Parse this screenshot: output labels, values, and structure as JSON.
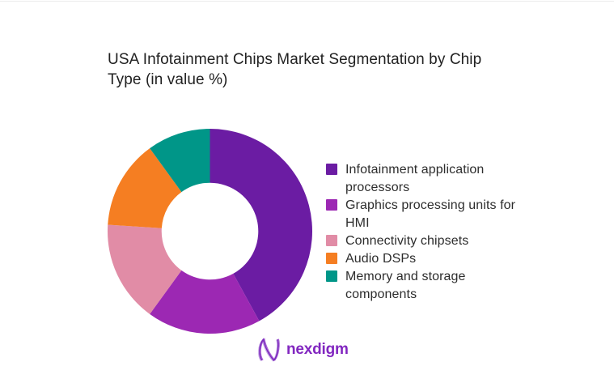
{
  "page": {
    "background": "#ffffff"
  },
  "title": {
    "text": "USA Infotainment Chips Market Segmentation by Chip Type (in value %)",
    "lines": [
      "USA Infotainment Chips Market Segmentation by Chip",
      "Type (in value %)"
    ]
  },
  "chart_data": {
    "type": "pie",
    "subtype": "donut",
    "title": "USA Infotainment Chips Market Segmentation by Chip Type (in value %)",
    "unit": "value %",
    "categories": [
      "Infotainment application processors",
      "Graphics processing units for HMI",
      "Connectivity chipsets",
      "Audio DSPs",
      "Memory and storage components"
    ],
    "values": [
      42,
      18,
      16,
      14,
      10
    ],
    "colors": [
      "#6b1ca3",
      "#9c28b3",
      "#e18ca6",
      "#f57e22",
      "#009688"
    ],
    "start_angle_deg": 0,
    "direction": "clockwise",
    "inner_radius_ratio": 0.47,
    "legend_position": "right",
    "data_labels": "none"
  },
  "legend": {
    "items": [
      {
        "label": "Infotainment application processors",
        "color": "#6b1ca3"
      },
      {
        "label": "Graphics processing units for HMI",
        "color": "#9c28b3"
      },
      {
        "label": "Connectivity chipsets",
        "color": "#e18ca6"
      },
      {
        "label": "Audio DSPs",
        "color": "#f57e22"
      },
      {
        "label": "Memory and storage components",
        "color": "#009688"
      }
    ]
  },
  "logo": {
    "text": "nexdigm",
    "color": "#8227c0"
  }
}
